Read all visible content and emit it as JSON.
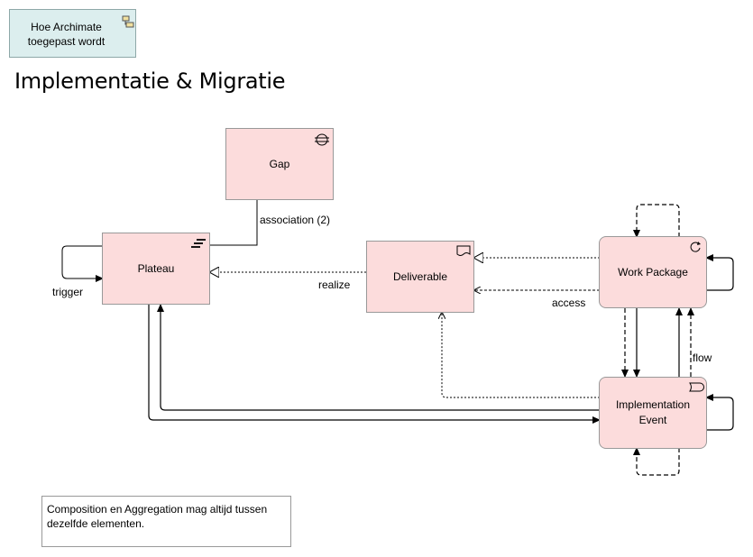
{
  "navigation_note": {
    "text": "Hoe Archimate toegepast wordt"
  },
  "title": "Implementatie & Migratie",
  "elements": {
    "gap": {
      "label": "Gap"
    },
    "plateau": {
      "label": "Plateau"
    },
    "deliverable": {
      "label": "Deliverable"
    },
    "work_package": {
      "label": "Work Package"
    },
    "implementation_event": {
      "label": "Implementation Event"
    }
  },
  "relations": {
    "association": "association (2)",
    "trigger": "trigger",
    "realize": "realize",
    "access": "access",
    "flow": "flow"
  },
  "note": {
    "text": "Composition en Aggregation mag altijd tussen dezelfde elementen."
  },
  "colors": {
    "element_fill": "#fcdcdc",
    "element_border": "#999999",
    "nav_fill": "#dceeee"
  }
}
